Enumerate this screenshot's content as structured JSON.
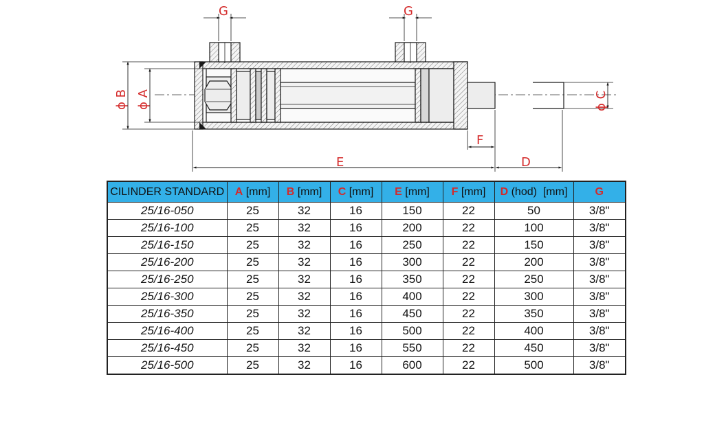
{
  "drawing": {
    "labels": {
      "g_left": "G",
      "g_right": "G",
      "phi_b": "ϕ B",
      "phi_a": "ϕ A",
      "phi_c": "ϕ C",
      "e": "E",
      "f": "F",
      "d": "D"
    }
  },
  "table": {
    "headers": [
      {
        "letter": "",
        "unit": "CILINDER STANDARD"
      },
      {
        "letter": "A",
        "unit": " [mm]"
      },
      {
        "letter": "B",
        "unit": " [mm]"
      },
      {
        "letter": "C",
        "unit": " [mm]"
      },
      {
        "letter": "E",
        "unit": " [mm]"
      },
      {
        "letter": "F",
        "unit": " [mm]"
      },
      {
        "letter": "D",
        "unit": " (hod)  [mm]"
      },
      {
        "letter": "G",
        "unit": ""
      }
    ],
    "rows": [
      [
        "25/16-050",
        "25",
        "32",
        "16",
        "150",
        "22",
        "50",
        "3/8\""
      ],
      [
        "25/16-100",
        "25",
        "32",
        "16",
        "200",
        "22",
        "100",
        "3/8\""
      ],
      [
        "25/16-150",
        "25",
        "32",
        "16",
        "250",
        "22",
        "150",
        "3/8\""
      ],
      [
        "25/16-200",
        "25",
        "32",
        "16",
        "300",
        "22",
        "200",
        "3/8\""
      ],
      [
        "25/16-250",
        "25",
        "32",
        "16",
        "350",
        "22",
        "250",
        "3/8\""
      ],
      [
        "25/16-300",
        "25",
        "32",
        "16",
        "400",
        "22",
        "300",
        "3/8\""
      ],
      [
        "25/16-350",
        "25",
        "32",
        "16",
        "450",
        "22",
        "350",
        "3/8\""
      ],
      [
        "25/16-400",
        "25",
        "32",
        "16",
        "500",
        "22",
        "400",
        "3/8\""
      ],
      [
        "25/16-450",
        "25",
        "32",
        "16",
        "550",
        "22",
        "450",
        "3/8\""
      ],
      [
        "25/16-500",
        "25",
        "32",
        "16",
        "600",
        "22",
        "500",
        "3/8\""
      ]
    ]
  },
  "colors": {
    "header_bg": "#33b0e8",
    "dimension_label": "#d42a2a",
    "border": "#222222"
  }
}
